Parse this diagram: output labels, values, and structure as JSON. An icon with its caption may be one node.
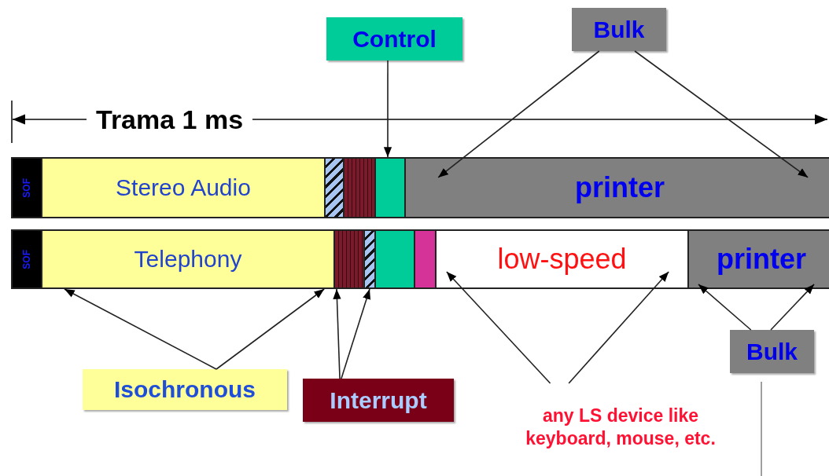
{
  "diagram": {
    "nodes": [
      {
        "text": [
          "SOF"
        ]
      },
      {
        "text": [
          "Stereo Audio"
        ]
      },
      {
        "text": [],
        "shape": "bar"
      },
      {
        "text": [],
        "shape": "bar"
      },
      {
        "text": [],
        "shape": "bar"
      },
      {
        "text": [
          "printer"
        ]
      },
      {
        "text": [
          "SOF"
        ]
      },
      {
        "text": [
          "Telephony"
        ]
      },
      {
        "text": [],
        "shape": "bar"
      },
      {
        "text": [],
        "shape": "bar"
      },
      {
        "text": [],
        "shape": "bar"
      },
      {
        "text": [],
        "shape": "bar"
      },
      {
        "text": [
          "low-speed"
        ]
      },
      {
        "text": [
          "printer"
        ]
      },
      {
        "text": [
          "Control"
        ]
      },
      {
        "text": [
          "Bulk"
        ]
      },
      {
        "text": [
          "Isochronous"
        ]
      },
      {
        "text": [
          "Interrupt"
        ]
      },
      {
        "text": [
          "any LS device like keyboard, mouse, etc."
        ]
      },
      {
        "text": [
          "Bulk"
        ]
      }
    ],
    "edges": [
      {
        "from": 14,
        "to": 4,
        "arrow": "to"
      },
      {
        "from": 15,
        "to": 5,
        "arrow": "to"
      },
      {
        "from": 15,
        "to": 5,
        "arrow": "to"
      },
      {
        "from": 16,
        "to": 7,
        "arrow": "to"
      },
      {
        "from": 16,
        "to": 7,
        "arrow": "to"
      },
      {
        "from": 17,
        "to": 8,
        "arrow": "to"
      },
      {
        "from": 17,
        "to": 9,
        "arrow": "to"
      },
      {
        "from": 18,
        "to": 12,
        "arrow": "to"
      },
      {
        "from": 18,
        "to": 12,
        "arrow": "to"
      },
      {
        "from": 19,
        "to": 13,
        "arrow": "to"
      },
      {
        "from": 19,
        "to": 13,
        "arrow": "to"
      },
      {
        "from": 19,
        "to": null,
        "arrow": "none",
        "color": "#888888"
      }
    ],
    "labels": [
      "Trama 1 ms"
    ]
  }
}
